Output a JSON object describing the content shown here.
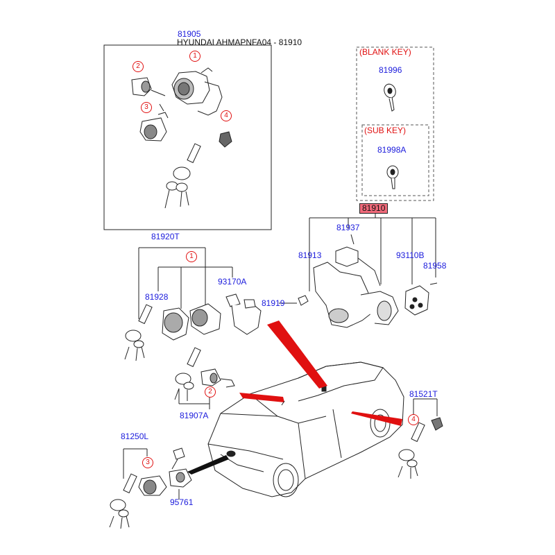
{
  "header": {
    "top_code": "81905",
    "title": "HYUNDAI AHMAPNFA04 - 81910"
  },
  "kit_boxes": {
    "blank_key": "(BLANK KEY)",
    "sub_key": "(SUB KEY)"
  },
  "parts": {
    "p81996": "81996",
    "p81998A": "81998A",
    "p81910": "81910",
    "p81937": "81937",
    "p81913": "81913",
    "p93110B": "93110B",
    "p81958": "81958",
    "p81919": "81919",
    "p81920T": "81920T",
    "p81928": "81928",
    "p93170A": "93170A",
    "p81907A": "81907A",
    "p81521T": "81521T",
    "p81250L": "81250L",
    "p95761": "95761"
  },
  "callouts": {
    "box_1": "1",
    "box_2": "2",
    "box_3": "3",
    "box_4": "4",
    "group_1": "1",
    "group_2": "2",
    "group_3": "3",
    "group_4": "4"
  },
  "colors": {
    "label": "#1a1adc",
    "callout": "#e01010",
    "highlight": "#f06a7a",
    "arrow": "#e01010"
  }
}
